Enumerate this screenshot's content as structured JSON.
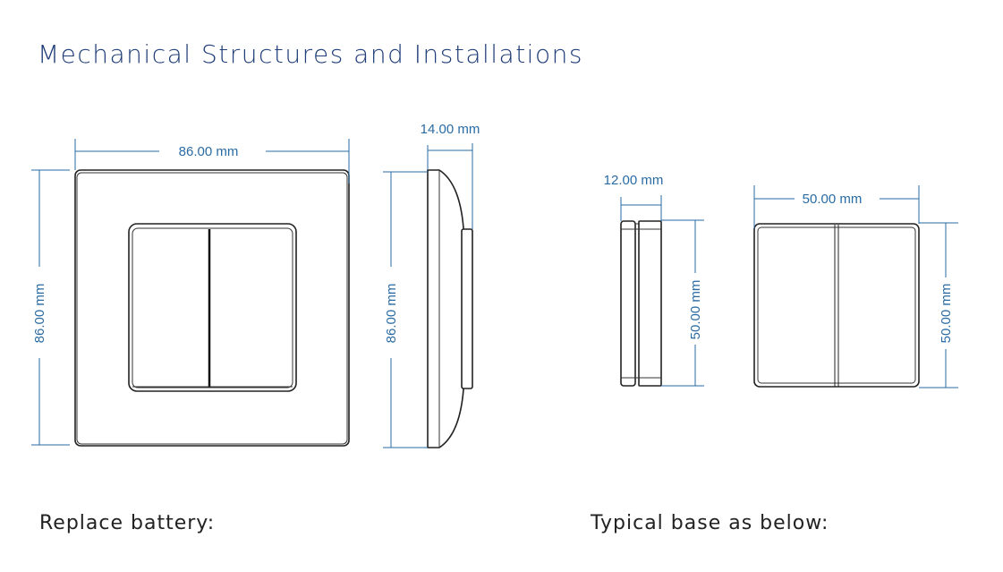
{
  "title": "Mechanical Structures and Installations",
  "panel": {
    "width_label": "86.00 mm",
    "height_label": "86.00 mm",
    "side_height_label": "86.00 mm",
    "depth_label": "14.00 mm"
  },
  "module": {
    "depth_label": "12.00 mm",
    "side_height_label": "50.00 mm",
    "width_label": "50.00 mm",
    "height_label": "50.00 mm"
  },
  "captions": {
    "replace_battery": "Replace battery:",
    "typical_base": "Typical base as below:"
  },
  "colors": {
    "title": "#1f3d78",
    "dimension": "#2a6ba3",
    "outline": "#222222"
  }
}
